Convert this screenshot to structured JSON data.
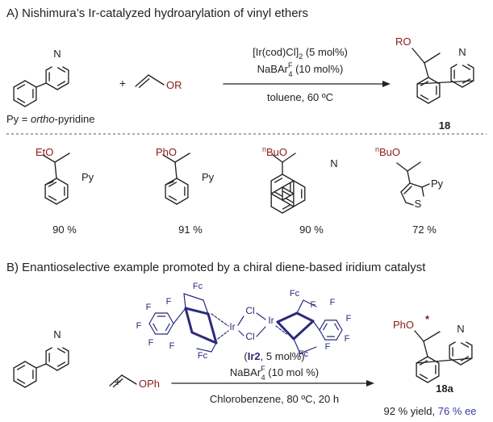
{
  "colors": {
    "ink": "#222222",
    "accent": "#8b1a1a",
    "catalyst": "#2b2b7a",
    "ee": "#3a3aa0"
  },
  "sectionA": {
    "title": "A) Nishimura’s  Ir-catalyzed hydroarylation of vinyl ethers",
    "plus": "+",
    "reagent": "OR",
    "conditions": {
      "line1_main": "[Ir(cod)Cl]",
      "line1_sub": "2",
      "line1_tail": " (5 mol%)",
      "line2_main": "NaBAr",
      "line2_sup": "F",
      "line2_sub": "4",
      "line2_tail": " (10 mol%)",
      "line3": "toluene, 60 ºC"
    },
    "py_def_prefix": "Py = ",
    "py_def_italic": "ortho",
    "py_def_suffix": "-pyridine",
    "product_label": "18",
    "product_group": "RO",
    "examples": [
      {
        "group": "EtO",
        "sub": "Py",
        "yield": "90 %"
      },
      {
        "group": "PhO",
        "sub": "Py",
        "yield": "91 %"
      },
      {
        "group_sup": "n",
        "group": "BuO",
        "yield": "90 %"
      },
      {
        "group_sup": "n",
        "group": "BuO",
        "sub": "Py",
        "hetero": "S",
        "yield": "72 %"
      }
    ]
  },
  "sectionB": {
    "title": "B) Enantioselective example promoted by a chiral diene-based iridium catalyst",
    "plus": "+",
    "reagent": "OPh",
    "catalyst_atoms": {
      "metal": "Ir",
      "halogen": "Cl",
      "fluorine": "F",
      "fc": "Fc"
    },
    "catalyst_note_open": "(",
    "catalyst_note_bold": "Ir2",
    "catalyst_note_close": ", 5 mol%)",
    "conditions": {
      "line2_main": "NaBAr",
      "line2_sup": "F",
      "line2_sub": "4",
      "line2_tail": " (10 mol %)",
      "line3": "Chlorobenzene, 80 ºC, 20 h"
    },
    "product_group": "PhO",
    "stereo_mark": "*",
    "product_label": "18a",
    "result_yield": "92 % yield, ",
    "result_ee": "76 % ee"
  },
  "atoms": {
    "N": "N",
    "S": "S"
  }
}
